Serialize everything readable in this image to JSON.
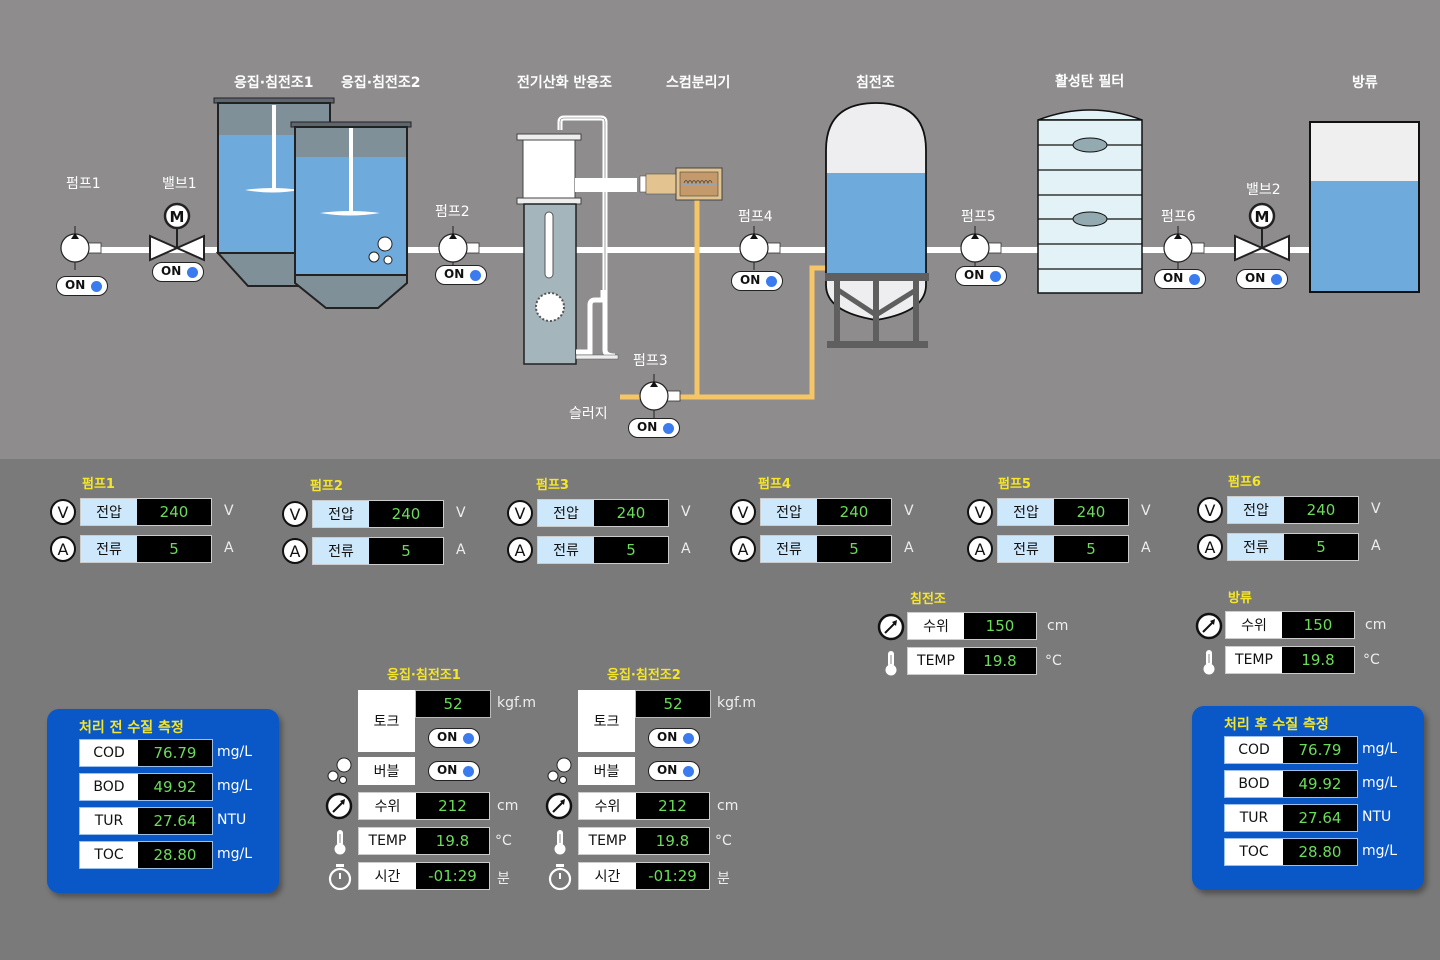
{
  "diagram": {
    "labels": {
      "tank1": "응집·침전조1",
      "tank2": "응집·침전조2",
      "reactor": "전기산화 반응조",
      "skimmer": "스컴분리기",
      "settler": "침전조",
      "filter": "활성탄 필터",
      "discharge": "방류",
      "sludge": "슬러지"
    },
    "pumps": [
      {
        "label": "펌프1",
        "state": "ON"
      },
      {
        "label": "펌프2",
        "state": "ON"
      },
      {
        "label": "펌프3",
        "state": "ON"
      },
      {
        "label": "펌프4",
        "state": "ON"
      },
      {
        "label": "펌프5",
        "state": "ON"
      },
      {
        "label": "펌프6",
        "state": "ON"
      }
    ],
    "valves": [
      {
        "label": "밸브1",
        "state": "ON",
        "motor": "M"
      },
      {
        "label": "밸브2",
        "state": "ON",
        "motor": "M"
      }
    ],
    "colors": {
      "water": "#6eaadc",
      "sludge_line": "#f5c566",
      "pipe": "#ffffff",
      "toggle_on": "#3a7bf0"
    }
  },
  "pump_panels": [
    {
      "title": "펌프1",
      "voltage_label": "전압",
      "voltage": "240",
      "voltage_unit": "V",
      "current_label": "전류",
      "current": "5",
      "current_unit": "A",
      "v_icon": "V",
      "a_icon": "A"
    },
    {
      "title": "펌프2",
      "voltage_label": "전압",
      "voltage": "240",
      "voltage_unit": "V",
      "current_label": "전류",
      "current": "5",
      "current_unit": "A",
      "v_icon": "V",
      "a_icon": "A"
    },
    {
      "title": "펌프3",
      "voltage_label": "전압",
      "voltage": "240",
      "voltage_unit": "V",
      "current_label": "전류",
      "current": "5",
      "current_unit": "A",
      "v_icon": "V",
      "a_icon": "A"
    },
    {
      "title": "펌프4",
      "voltage_label": "전압",
      "voltage": "240",
      "voltage_unit": "V",
      "current_label": "전류",
      "current": "5",
      "current_unit": "A",
      "v_icon": "V",
      "a_icon": "A"
    },
    {
      "title": "펌프5",
      "voltage_label": "전압",
      "voltage": "240",
      "voltage_unit": "V",
      "current_label": "전류",
      "current": "5",
      "current_unit": "A",
      "v_icon": "V",
      "a_icon": "A"
    },
    {
      "title": "펌프6",
      "voltage_label": "전압",
      "voltage": "240",
      "voltage_unit": "V",
      "current_label": "전류",
      "current": "5",
      "current_unit": "A",
      "v_icon": "V",
      "a_icon": "A"
    }
  ],
  "level_panels": [
    {
      "title": "침전조",
      "level_label": "수위",
      "level": "150",
      "level_unit": "cm",
      "temp_label": "TEMP",
      "temp": "19.8",
      "temp_unit": "°C"
    },
    {
      "title": "방류",
      "level_label": "수위",
      "level": "150",
      "level_unit": "cm",
      "temp_label": "TEMP",
      "temp": "19.8",
      "temp_unit": "°C"
    }
  ],
  "tank_panels": [
    {
      "title": "응집·침전조1",
      "torque_label": "토크",
      "torque": "52",
      "torque_unit": "kgf.m",
      "mixer_state": "ON",
      "bubble_label": "버블",
      "bubble_state": "ON",
      "level_label": "수위",
      "level": "212",
      "level_unit": "cm",
      "temp_label": "TEMP",
      "temp": "19.8",
      "temp_unit": "°C",
      "time_label": "시간",
      "time": "-01:29",
      "time_unit": "분"
    },
    {
      "title": "응집·침전조2",
      "torque_label": "토크",
      "torque": "52",
      "torque_unit": "kgf.m",
      "mixer_state": "ON",
      "bubble_label": "버블",
      "bubble_state": "ON",
      "level_label": "수위",
      "level": "212",
      "level_unit": "cm",
      "temp_label": "TEMP",
      "temp": "19.8",
      "temp_unit": "°C",
      "time_label": "시간",
      "time": "-01:29",
      "time_unit": "분"
    }
  ],
  "quality_before": {
    "title": "처리 전 수질 측정",
    "rows": [
      {
        "key": "COD",
        "value": "76.79",
        "unit": "mg/L"
      },
      {
        "key": "BOD",
        "value": "49.92",
        "unit": "mg/L"
      },
      {
        "key": "TUR",
        "value": "27.64",
        "unit": "NTU"
      },
      {
        "key": "TOC",
        "value": "28.80",
        "unit": "mg/L"
      }
    ]
  },
  "quality_after": {
    "title": "처리 후 수질 측정",
    "rows": [
      {
        "key": "COD",
        "value": "76.79",
        "unit": "mg/L"
      },
      {
        "key": "BOD",
        "value": "49.92",
        "unit": "mg/L"
      },
      {
        "key": "TUR",
        "value": "27.64",
        "unit": "NTU"
      },
      {
        "key": "TOC",
        "value": "28.80",
        "unit": "mg/L"
      }
    ]
  }
}
